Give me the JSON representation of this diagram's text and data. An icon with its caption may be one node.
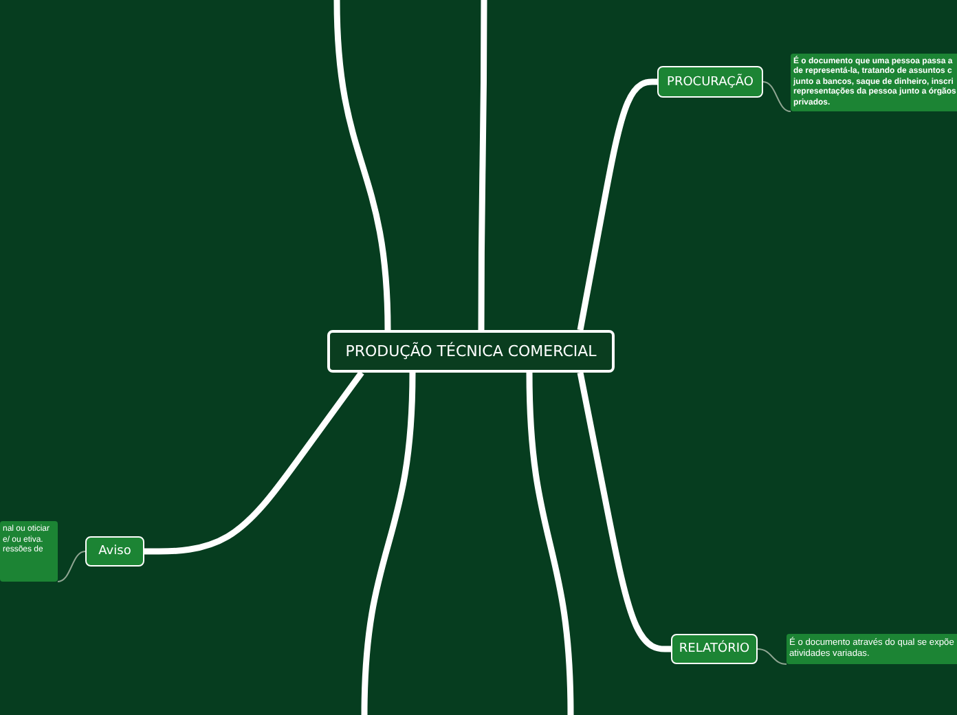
{
  "diagram": {
    "nodes": [
      {
        "text": [
          "PRODUÇÃO TÉCNICA COMERCIAL"
        ]
      },
      {
        "text": [
          "PROCURAÇÃO"
        ]
      },
      {
        "text": [
          "É o documento que uma pessoa passa a de representá-la, tratando de assuntos c junto a bancos, saque de dinheiro, inscri representações da pessoa junto a órgãos privados."
        ]
      },
      {
        "text": [
          "Aviso"
        ]
      },
      {
        "text": [
          "nal ou oticiar e/ ou etiva. ressões de"
        ]
      },
      {
        "text": [
          "RELATÓRIO"
        ]
      },
      {
        "text": [
          "É o documento através do qual se expõe atividades variadas."
        ]
      }
    ],
    "edges": [
      {
        "from": 0,
        "to": 1,
        "arrow": "none"
      },
      {
        "from": 1,
        "to": 2,
        "arrow": "none",
        "color": "#8fa592"
      },
      {
        "from": 0,
        "to": 3,
        "arrow": "none"
      },
      {
        "from": 3,
        "to": 4,
        "arrow": "none",
        "color": "#8fa592"
      },
      {
        "from": 0,
        "to": 5,
        "arrow": "none"
      },
      {
        "from": 5,
        "to": 6,
        "arrow": "none",
        "color": "#8fa592"
      },
      {
        "from": 0,
        "to": null,
        "arrow": "none"
      },
      {
        "from": 0,
        "to": null,
        "arrow": "none"
      },
      {
        "from": 0,
        "to": null,
        "arrow": "none"
      },
      {
        "from": 0,
        "to": null,
        "arrow": "none"
      }
    ]
  }
}
